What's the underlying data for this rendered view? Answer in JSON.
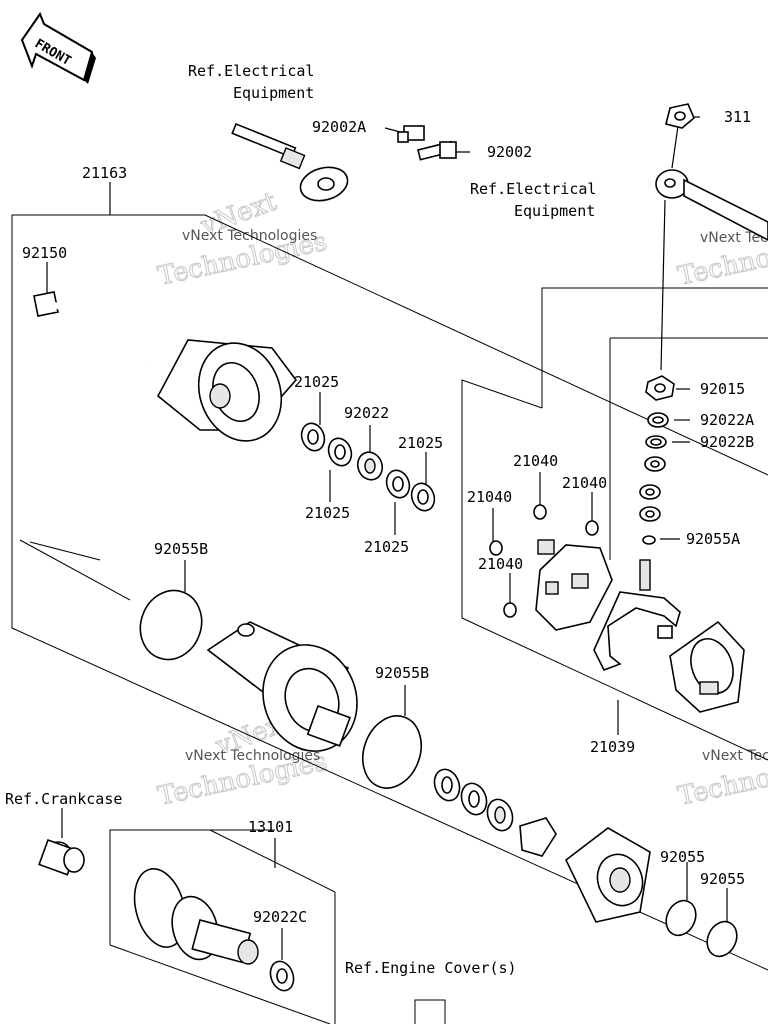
{
  "orientation_label": "FRONT",
  "labels": {
    "ref_electrical_1_line1": "Ref.Electrical",
    "ref_electrical_1_line2": "Equipment",
    "ref_electrical_2_line1": "Ref.Electrical",
    "ref_electrical_2_line2": "Equipment",
    "ref_crankcase": "Ref.Crankcase",
    "ref_engine_cover": "Ref.Engine Cover(s)"
  },
  "parts": {
    "p21163": "21163",
    "p92150": "92150",
    "p92002A": "92002A",
    "p92002": "92002",
    "p311": "311",
    "p92015": "92015",
    "p92022A": "92022A",
    "p92022B": "92022B",
    "p92055A": "92055A",
    "p21025_a": "21025",
    "p21025_b": "21025",
    "p21025_c": "21025",
    "p21025_d": "21025",
    "p92022": "92022",
    "p21040_a": "21040",
    "p21040_b": "21040",
    "p21040_c": "21040",
    "p21040_d": "21040",
    "p92055B_a": "92055B",
    "p92055B_b": "92055B",
    "p21039": "21039",
    "p13101": "13101",
    "p92022C": "92022C",
    "p92055_a": "92055",
    "p92055_b": "92055"
  },
  "watermark": {
    "line1": "vNext",
    "line2": "Technologies",
    "caption": "vNext Technologies"
  }
}
